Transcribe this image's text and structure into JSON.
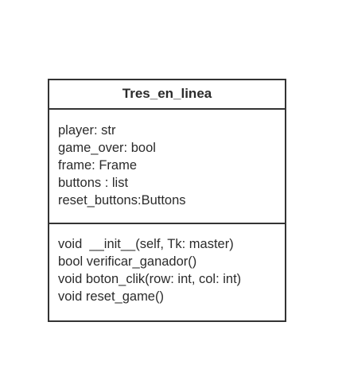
{
  "class_box": {
    "name": "Tres_en_linea",
    "attributes": [
      "player: str",
      "game_over: bool",
      "frame: Frame",
      "buttons : list",
      "reset_buttons:Buttons"
    ],
    "methods": [
      "void  __init__(self, Tk: master)",
      "bool verificar_ganador()",
      "void boton_clik(row: int, col: int)",
      "void reset_game()"
    ]
  }
}
